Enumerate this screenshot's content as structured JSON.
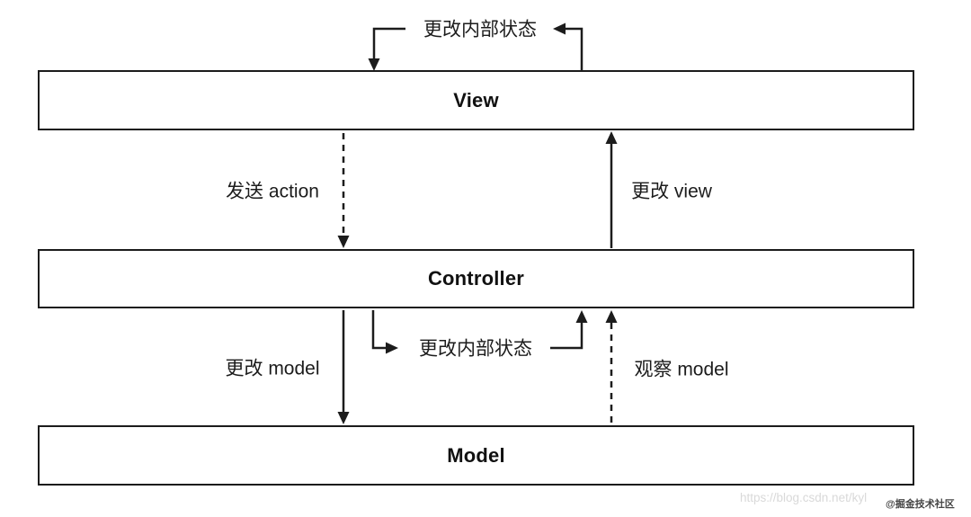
{
  "diagram": {
    "title_hint": "MVC data flow diagram",
    "boxes": [
      {
        "id": "view",
        "label": "View"
      },
      {
        "id": "controller",
        "label": "Controller"
      },
      {
        "id": "model",
        "label": "Model"
      }
    ],
    "arrows": [
      {
        "id": "view-internal-state-loop",
        "label": "更改内部状态",
        "style": "solid",
        "from": "View",
        "to": "View"
      },
      {
        "id": "send-action",
        "label": "发送 action",
        "style": "dashed",
        "from": "View",
        "to": "Controller"
      },
      {
        "id": "update-view",
        "label": "更改 view",
        "style": "solid",
        "from": "Controller",
        "to": "View"
      },
      {
        "id": "update-model",
        "label": "更改 model",
        "style": "solid",
        "from": "Controller",
        "to": "Model"
      },
      {
        "id": "controller-internal-state-loop",
        "label": "更改内部状态",
        "style": "solid",
        "from": "Controller",
        "to": "Controller"
      },
      {
        "id": "observe-model",
        "label": "观察 model",
        "style": "dashed",
        "from": "Model",
        "to": "Controller"
      }
    ],
    "colors": {
      "line": "#1c1c1c",
      "box_border": "#1c1c1c",
      "box_fill": "#ffffff",
      "background": "#ffffff"
    }
  },
  "watermark": {
    "url_text": "https://blog.csdn.net/kyl",
    "badge_text": "@掘金技术社区",
    "url_color": "#d9d9d9",
    "badge_color": "#454545"
  }
}
